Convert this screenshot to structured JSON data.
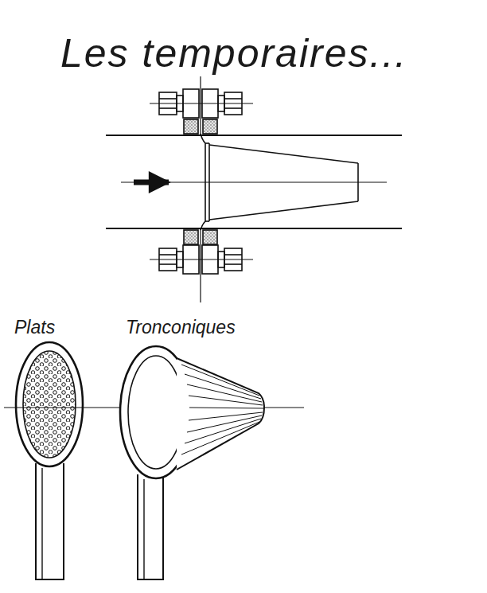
{
  "diagram": {
    "title": "Les temporaires...",
    "labels": [
      "Plats",
      "Tronconiques"
    ]
  }
}
